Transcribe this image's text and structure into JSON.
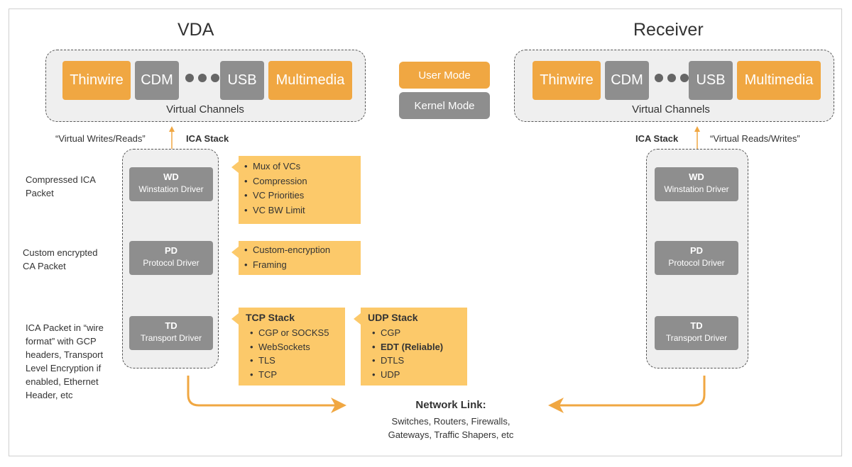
{
  "colors": {
    "user_mode": "#f0a742",
    "kernel_mode": "#8e8e8e",
    "callout": "#fcc96a",
    "arrow": "#f0a742"
  },
  "vda": {
    "title": "VDA",
    "channels": [
      "Thinwire",
      "CDM",
      "USB",
      "Multimedia"
    ],
    "virtual_channels_label": "Virtual Channels",
    "writes_reads_label": "“Virtual Writes/Reads”",
    "ica_stack_label": "ICA Stack",
    "layer_labels": [
      [
        "Compressed ICA",
        "Packet"
      ],
      [
        "Custom encrypted",
        "CA Packet"
      ],
      [
        "ICA Packet in “wire",
        "format” with GCP",
        "headers, Transport",
        "Level Encryption if",
        "enabled, Ethernet",
        "Header, etc"
      ]
    ],
    "drivers": [
      {
        "abbr": "WD",
        "name": "Winstation Driver"
      },
      {
        "abbr": "PD",
        "name": "Protocol Driver"
      },
      {
        "abbr": "TD",
        "name": "Transport Driver"
      }
    ]
  },
  "legend": {
    "user_mode": "User Mode",
    "kernel_mode": "Kernel Mode"
  },
  "receiver": {
    "title": "Receiver",
    "channels": [
      "Thinwire",
      "CDM",
      "USB",
      "Multimedia"
    ],
    "virtual_channels_label": "Virtual Channels",
    "ica_stack_label": "ICA Stack",
    "reads_writes_label": "“Virtual Reads/Writes”",
    "drivers": [
      {
        "abbr": "WD",
        "name": "Winstation Driver"
      },
      {
        "abbr": "PD",
        "name": "Protocol Driver"
      },
      {
        "abbr": "TD",
        "name": "Transport Driver"
      }
    ]
  },
  "callouts": {
    "wd": [
      "Mux of VCs",
      "Compression",
      "VC Priorities",
      "VC BW Limit"
    ],
    "pd": [
      "Custom-encryption",
      "Framing"
    ],
    "tcp": {
      "title": "TCP Stack",
      "items": [
        "CGP or SOCKS5",
        "WebSockets",
        "TLS",
        "TCP"
      ]
    },
    "udp": {
      "title": "UDP Stack",
      "items": [
        "CGP",
        "EDT (Reliable)",
        "DTLS",
        "UDP"
      ]
    }
  },
  "network": {
    "title": "Network Link:",
    "lines": [
      "Switches, Routers, Firewalls,",
      "Gateways, Traffic Shapers, etc"
    ]
  }
}
